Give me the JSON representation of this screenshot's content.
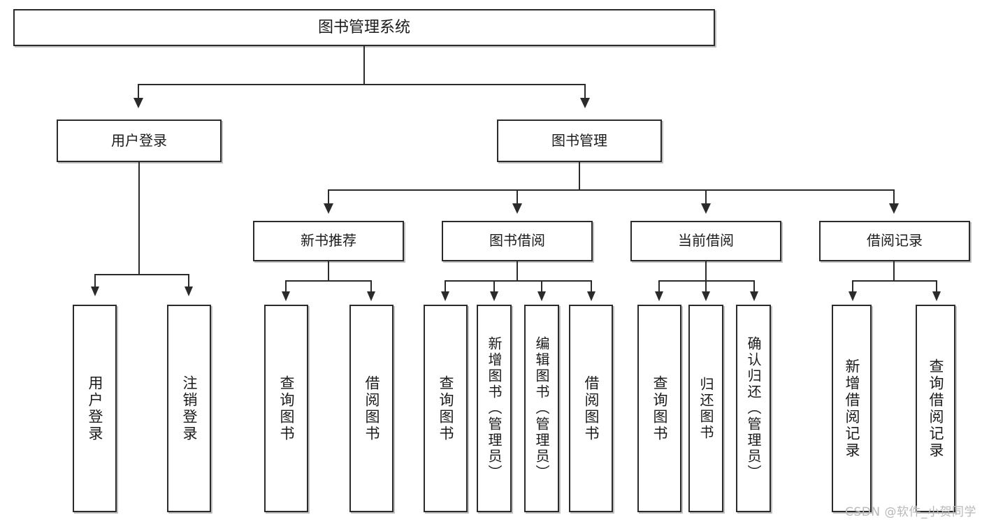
{
  "diagram": {
    "type": "tree",
    "title": "图书管理系统",
    "root": {
      "id": "root",
      "label": "图书管理系统"
    },
    "level1": [
      {
        "id": "user-login",
        "label": "用户登录"
      },
      {
        "id": "book-manage",
        "label": "图书管理"
      }
    ],
    "level2": [
      {
        "id": "new-book-rec",
        "label": "新书推荐",
        "parent": "book-manage"
      },
      {
        "id": "book-borrow",
        "label": "图书借阅",
        "parent": "book-manage"
      },
      {
        "id": "current-borrow",
        "label": "当前借阅",
        "parent": "book-manage"
      },
      {
        "id": "borrow-record",
        "label": "借阅记录",
        "parent": "book-manage"
      }
    ],
    "leaves": {
      "user_login": [
        {
          "id": "leaf-user-login",
          "label": "用户登录"
        },
        {
          "id": "leaf-user-logout",
          "label": "注销登录"
        }
      ],
      "new_book_rec": [
        {
          "id": "leaf-query-book-1",
          "label": "查询图书"
        },
        {
          "id": "leaf-borrow-book-1",
          "label": "借阅图书"
        }
      ],
      "book_borrow": [
        {
          "id": "leaf-query-book-2",
          "label": "查询图书"
        },
        {
          "id": "leaf-add-book",
          "label": "新增图书（管理员）"
        },
        {
          "id": "leaf-edit-book",
          "label": "编辑图书（管理员）"
        },
        {
          "id": "leaf-borrow-book-2",
          "label": "借阅图书"
        }
      ],
      "current_borrow": [
        {
          "id": "leaf-query-book-3",
          "label": "查询图书"
        },
        {
          "id": "leaf-return-book",
          "label": "归还图书"
        },
        {
          "id": "leaf-confirm-return",
          "label": "确认归还（管理员）"
        }
      ],
      "borrow_record": [
        {
          "id": "leaf-add-record",
          "label": "新增借阅记录"
        },
        {
          "id": "leaf-query-record",
          "label": "查询借阅记录"
        }
      ]
    },
    "colors": {
      "stroke": "#2b2b2b",
      "fill": "#ffffff",
      "shadow": "#8c8c8c",
      "watermark": "#b9b9b9"
    }
  },
  "watermark": {
    "text": "CSDN @软件_小贺同学"
  }
}
